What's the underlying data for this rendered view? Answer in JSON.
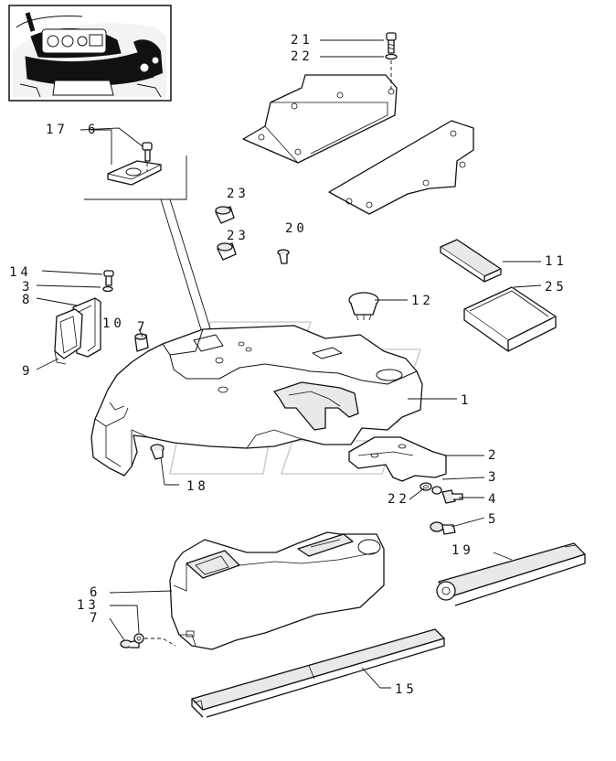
{
  "callouts": {
    "c1": "1",
    "c2": "2",
    "c3a": "3",
    "c3b": "3",
    "c4": "4",
    "c5": "5",
    "c6a": "6",
    "c6b": "6",
    "c7a": "7",
    "c7b": "7",
    "c8": "8",
    "c9": "9",
    "c10": "10",
    "c11": "11",
    "c12": "12",
    "c13": "13",
    "c14": "14",
    "c15": "15",
    "c17": "17",
    "c18": "18",
    "c19": "19",
    "c20": "20",
    "c21": "21",
    "c22a": "22",
    "c22b": "22",
    "c23a": "23",
    "c23b": "23",
    "c25": "25"
  }
}
